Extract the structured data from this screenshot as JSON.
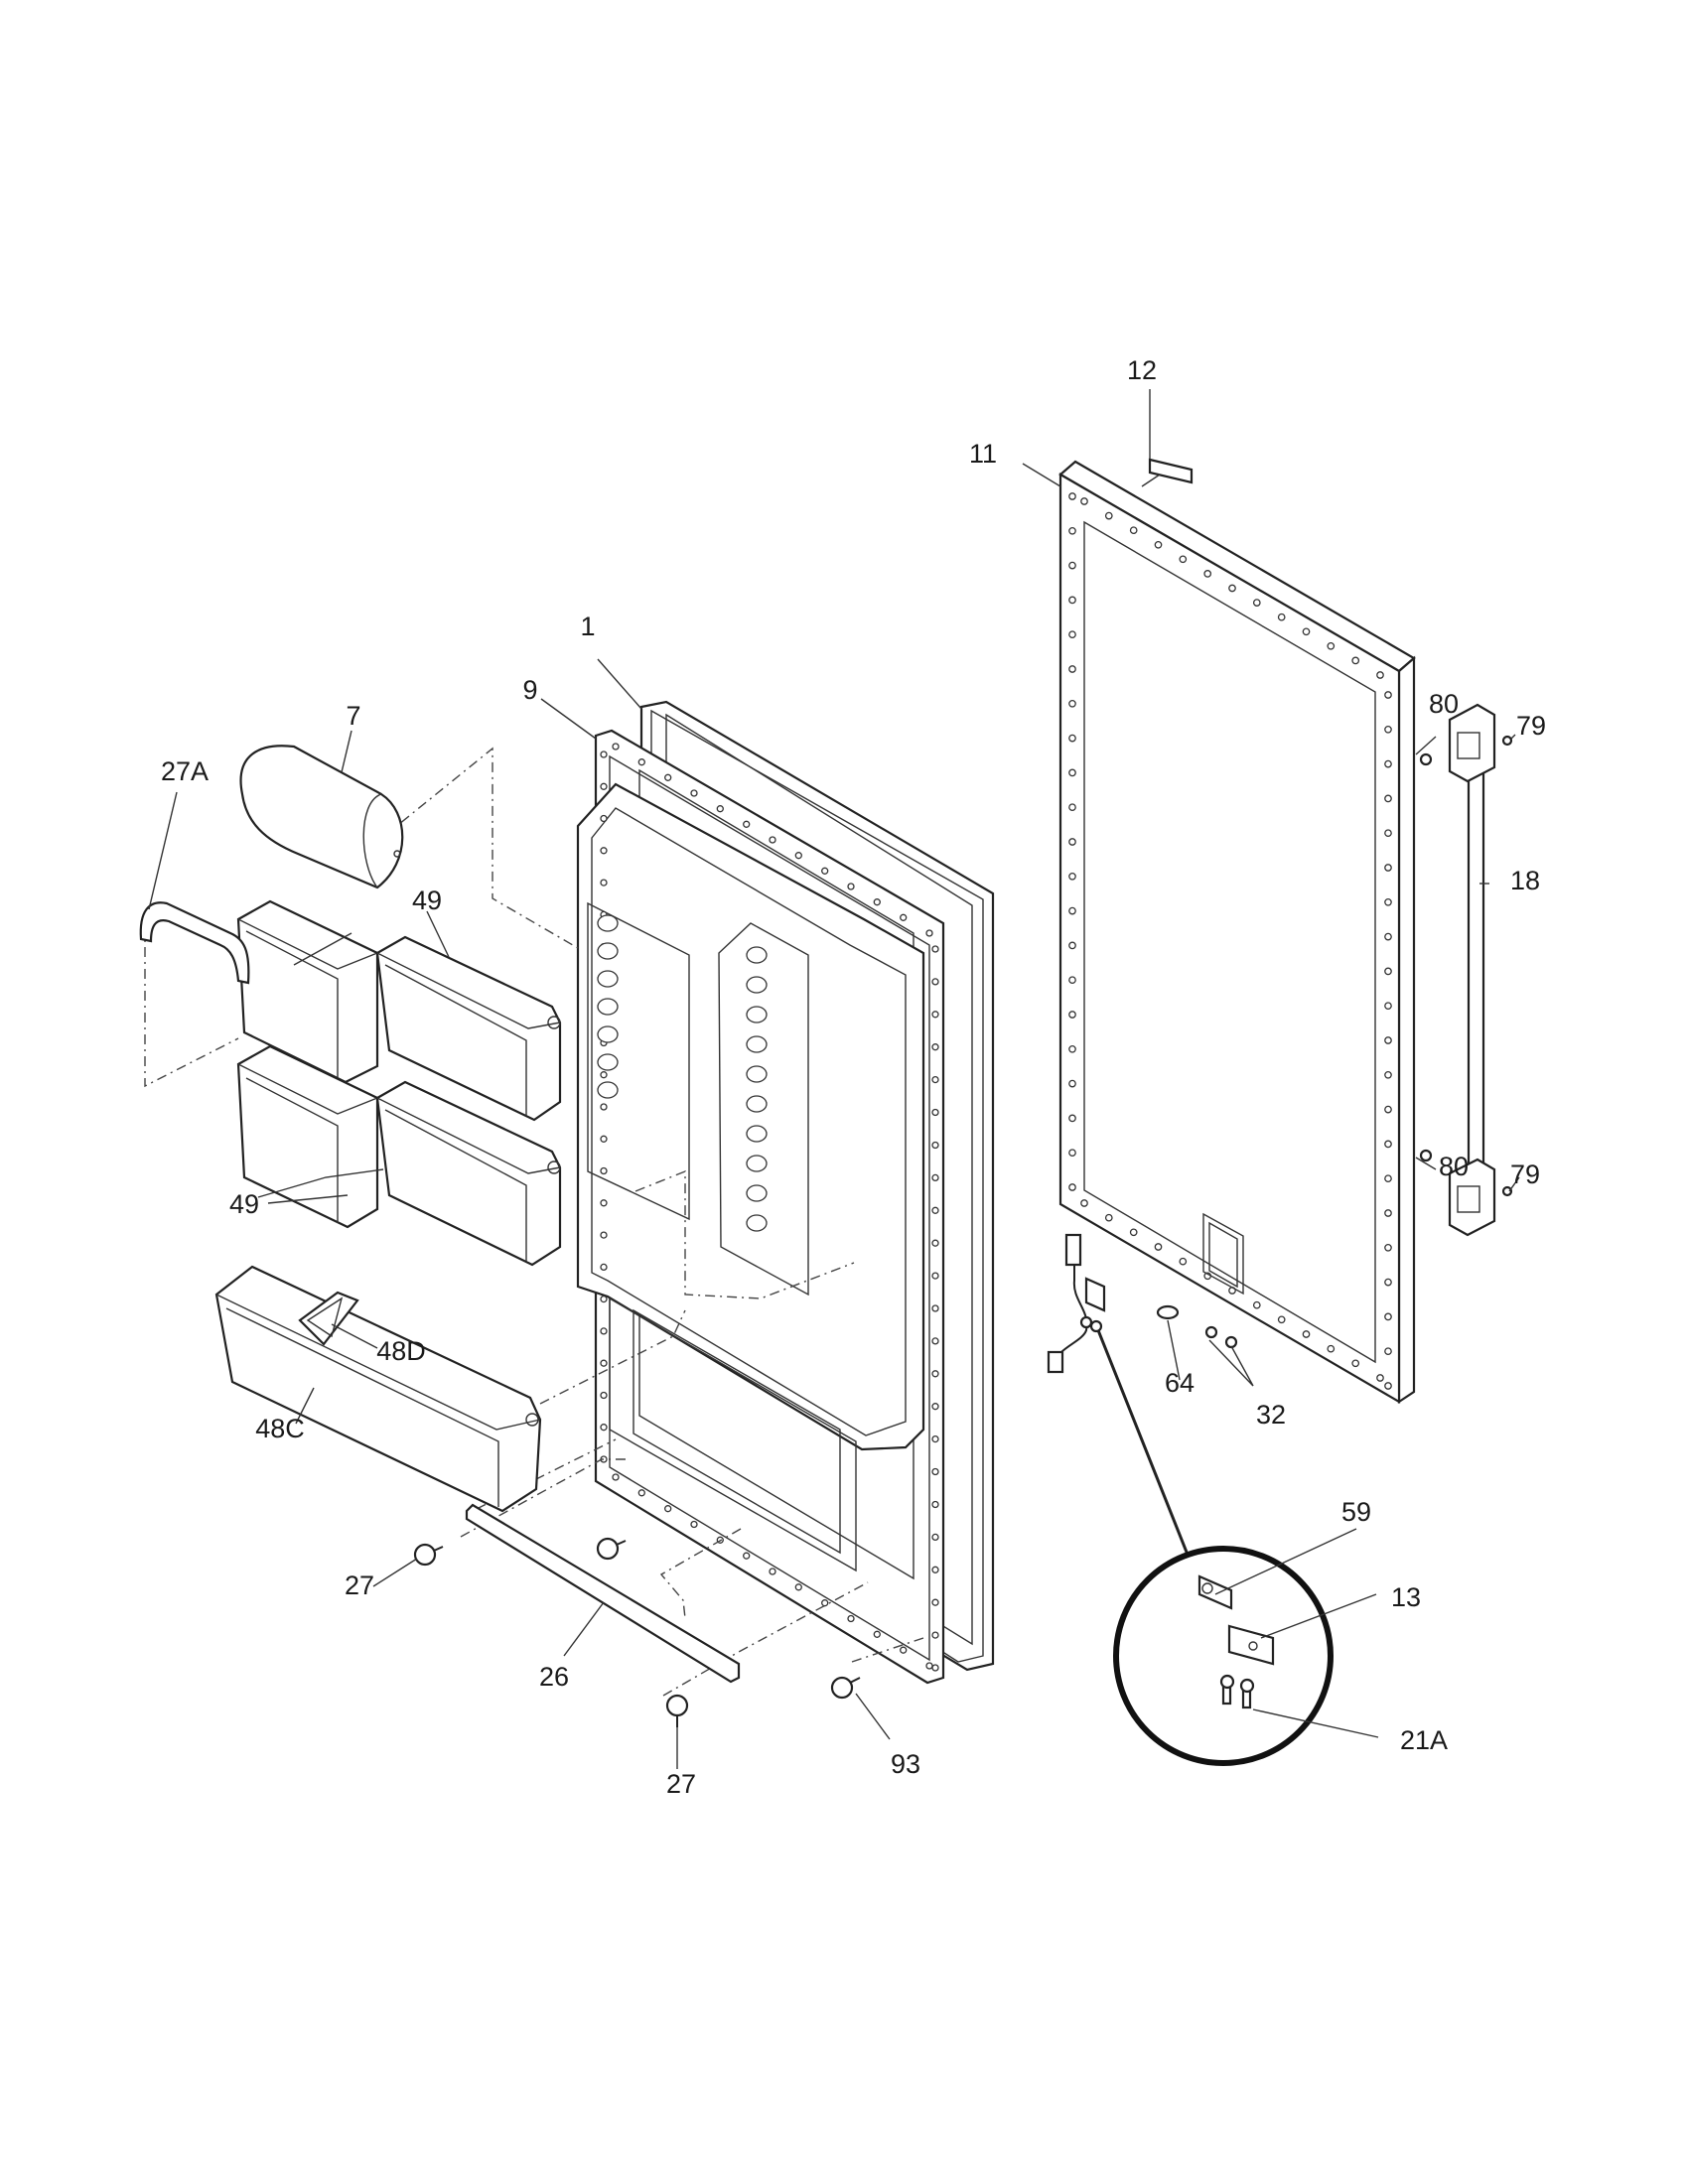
{
  "labels": {
    "l1": "1",
    "l7": "7",
    "l9": "9",
    "l11": "11",
    "l12": "12",
    "l13": "13",
    "l18": "18",
    "l21A": "21A",
    "l26": "26",
    "l27_left": "27",
    "l27_bottom": "27",
    "l27A": "27A",
    "l32": "32",
    "l48C": "48C",
    "l48D": "48D",
    "l49_top": "49",
    "l49_bottom": "49",
    "l59": "59",
    "l64": "64",
    "l79_top": "79",
    "l79_bottom": "79",
    "l80_top": "80",
    "l80_bottom": "80",
    "l93": "93"
  }
}
